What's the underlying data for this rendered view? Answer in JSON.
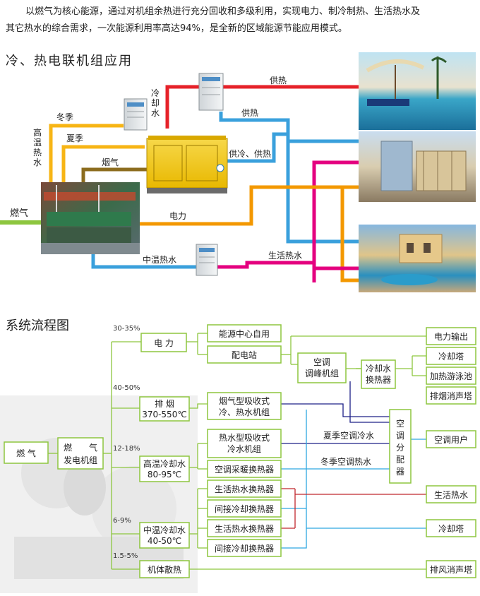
{
  "intro": {
    "line1": "以燃气为核心能源，通过对机组余热进行充分回收和多级利用，实现电力、制冷制热、生活热水及",
    "line2": "其它热水的综合需求，一次能源利用率高达94%，是全新的区域能源节能应用模式。"
  },
  "section1": {
    "title": "冷、热电联机组应用",
    "labels": {
      "gas": "燃气",
      "winter": "冬季",
      "summer": "夏季",
      "high_temp_water": "高温热水",
      "flue_gas": "烟气",
      "cooling_water": "冷却水",
      "heat_supply_1": "供热",
      "heat_supply_2": "供热",
      "cool_heat_supply": "供冷、供热",
      "power": "电力",
      "mid_temp_water": "中温热水",
      "domestic_hot_water": "生活热水"
    }
  },
  "section2": {
    "title": "系统流程图",
    "pct": {
      "p1": "30-35%",
      "p2": "40-50%",
      "p3": "12-18%",
      "p4": "6-9%",
      "p5": "1.5-5%"
    },
    "boxes": {
      "gas": "燃 气",
      "genset_l1": "燃　　气",
      "genset_l2": "发电机组",
      "power": "电 力",
      "exhaust_l1": "排 烟",
      "exhaust_l2": "370-550℃",
      "hi_cool_l1": "高温冷却水",
      "hi_cool_l2": "80-95℃",
      "mid_cool_l1": "中温冷却水",
      "mid_cool_l2": "40-50℃",
      "body_heat": "机体散热",
      "energy_center": "能源中心自用",
      "substation": "配电站",
      "ac_peak_l1": "空调",
      "ac_peak_l2": "调峰机组",
      "cw_hx_l1": "冷却水",
      "cw_hx_l2": "换热器",
      "flue_abs_l1": "烟气型吸收式",
      "flue_abs_l2": "冷、热水机组",
      "hw_abs_l1": "热水型吸收式",
      "hw_abs_l2": "冷水机组",
      "ac_hx": "空调采暖换热器",
      "dhw_hx_1": "生活热水换热器",
      "ind_hx_1": "间接冷却换热器",
      "dhw_hx_2": "生活热水换热器",
      "ind_hx_2": "间接冷却换热器",
      "ac_dist": "空调分配器",
      "out_power": "电力输出",
      "out_cooling_tower_1": "冷却塔",
      "out_pool": "加热游泳池",
      "out_exhaust_silencer": "排烟消声塔",
      "out_ac_user": "空调用户",
      "out_dhw": "生活热水",
      "out_cooling_tower_2": "冷却塔",
      "out_vent_silencer": "排风消声塔"
    },
    "flow_labels": {
      "summer_chilled": "夏季空调冷水",
      "winter_hot": "冬季空调热水"
    }
  },
  "colors": {
    "green_box": "#8dc63f",
    "yellow_line": "#f7b515",
    "red_line": "#e62129",
    "blue_line": "#3aa0dc",
    "orange_line": "#f39800",
    "magenta_line": "#e4007f",
    "green_line": "#39b34a",
    "olive_line": "#8c6c1e",
    "navy_line": "#1d2087",
    "light_blue_line": "#2ea7e0",
    "dark_red_line": "#c1272d"
  }
}
